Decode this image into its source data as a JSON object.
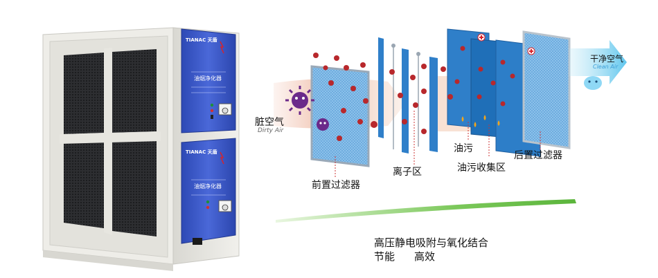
{
  "product": {
    "brand_logo": "TIANAC 天盾",
    "unit_name": "油烟净化器"
  },
  "diagram": {
    "dirty_air": {
      "cn": "脏空气",
      "en": "Dirty Air"
    },
    "clean_air": {
      "cn": "干净空气",
      "en": "Clean Air"
    },
    "labels": {
      "pre_filter": "前置过滤器",
      "ion_zone": "离子区",
      "oil": "油污",
      "oil_collect": "油污收集区",
      "post_filter": "后置过滤器"
    }
  },
  "tagline": {
    "line1": "高压静电吸附与氧化结合",
    "line2_a": "节能",
    "line2_b": "高效"
  },
  "colors": {
    "cabinet": "#ecebe6",
    "grille": "#2a2b2e",
    "control_panel": "#3957c5",
    "filter_blue": "#2f7fc9",
    "green_accent": "#6cc04a",
    "particle_red": "#b8282c",
    "germ_purple": "#6b2a8a"
  }
}
